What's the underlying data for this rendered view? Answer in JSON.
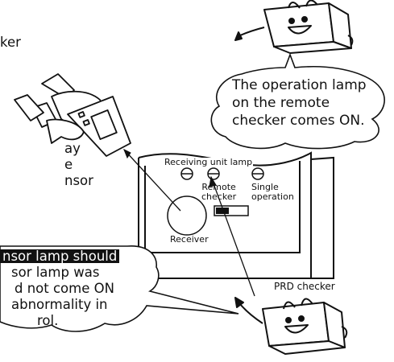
{
  "left_fragments": {
    "line1": "ker",
    "line2": "ay",
    "line3": "e",
    "line4": "nsor"
  },
  "bubble_top": {
    "line1": "The operation lamp",
    "line2": "on the remote",
    "line3": "checker comes ON."
  },
  "panel": {
    "receiving_unit_lamp": "Receiving unit lamp",
    "remote_checker": "Remote\nchecker",
    "single_operation": "Single\noperation",
    "receiver": "Receiver"
  },
  "prd_label": "PRD checker",
  "bubble_bottom": {
    "highlight": "nsor lamp should",
    "line2": "sor lamp was",
    "line3": "d not come ON",
    "line4": "abnormality in",
    "line5": "rol."
  },
  "colors": {
    "ink": "#111111",
    "paper": "#ffffff",
    "highlight_bg": "#111111"
  }
}
